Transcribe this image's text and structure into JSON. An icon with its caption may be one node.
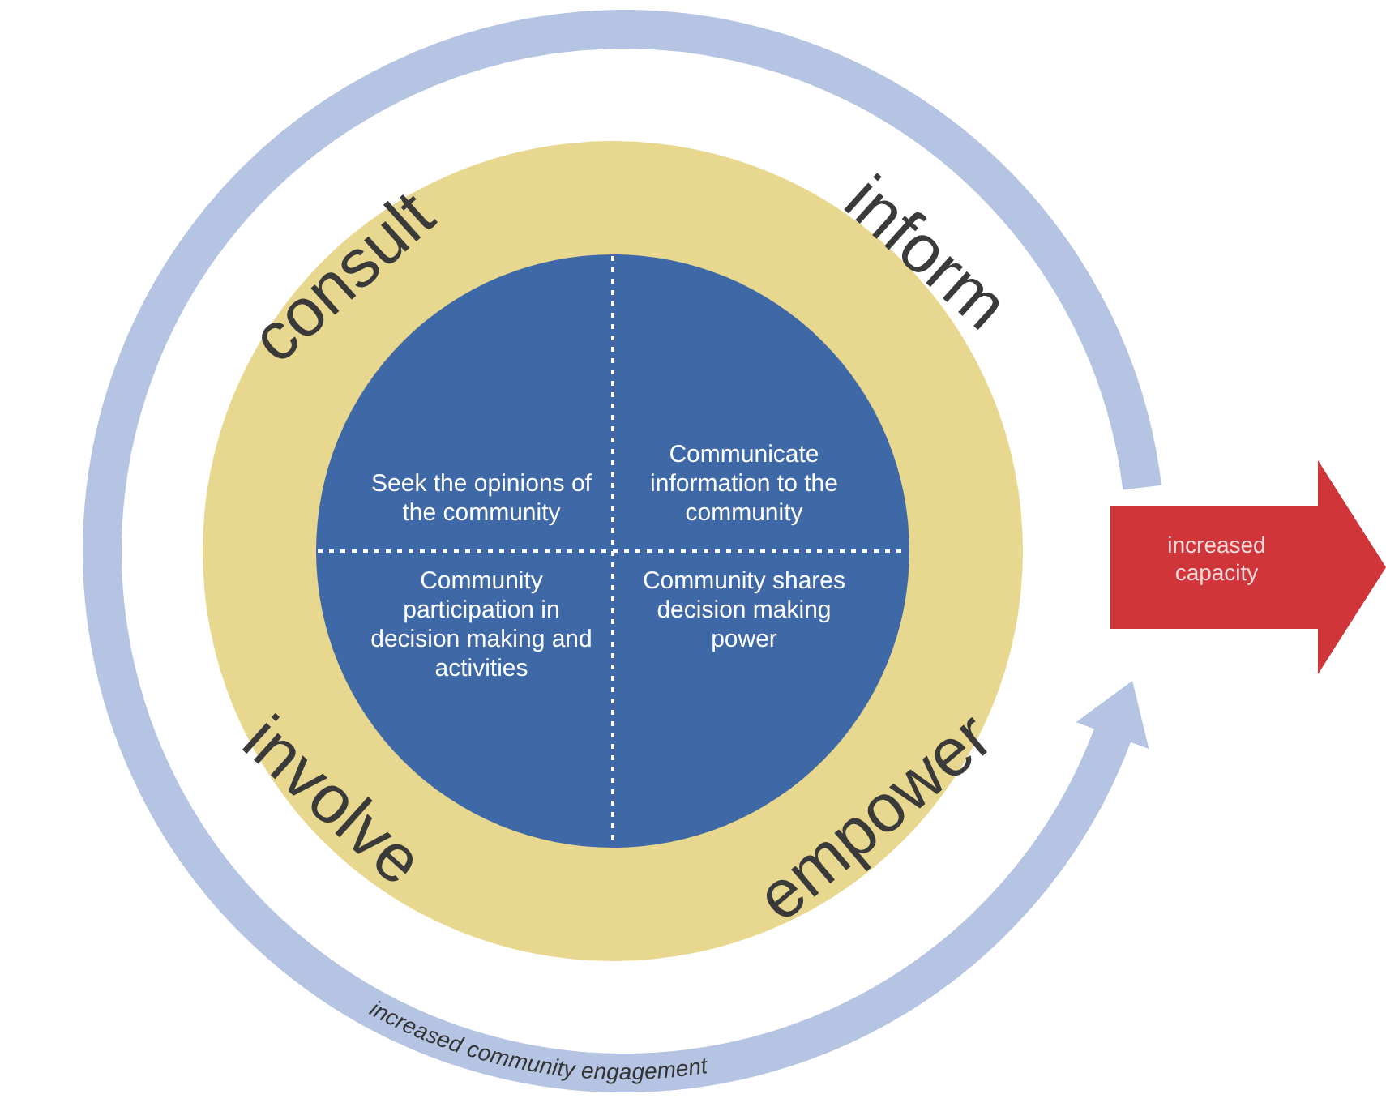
{
  "diagram": {
    "nodes": [
      {
        "text": [
          "consult",
          "Seek the opinions of the community"
        ]
      },
      {
        "text": [
          "inform",
          "Communicate information to the community"
        ]
      },
      {
        "text": [
          "involve",
          "Community participation in decision making and activities"
        ]
      },
      {
        "text": [
          "empower",
          "Community shares decision making power"
        ]
      },
      {
        "text": [
          "increased capacity"
        ]
      }
    ],
    "labels": [
      "increased community engagement"
    ]
  }
}
